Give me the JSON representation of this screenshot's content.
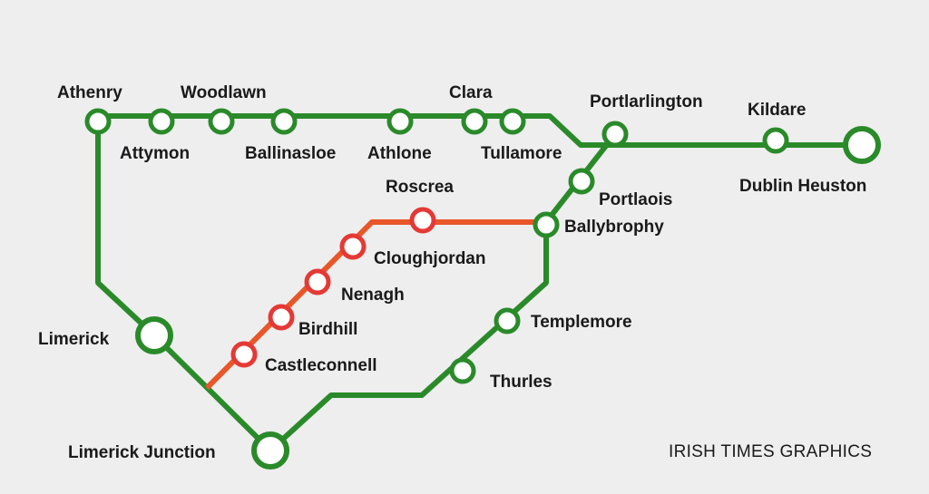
{
  "colors": {
    "background": "#eeeeee",
    "main_line": "#2a8a2a",
    "branch_line": "#e8562a",
    "branch_station": "#e53935",
    "station_fill": "#ffffff",
    "text": "#1a1a1a"
  },
  "stations": {
    "athenry": "Athenry",
    "attymon": "Attymon",
    "woodlawn": "Woodlawn",
    "ballinasloe": "Ballinasloe",
    "athlone": "Athlone",
    "clara": "Clara",
    "tullamore": "Tullamore",
    "portarlington": "Portlarlington",
    "kildare": "Kildare",
    "dublin_heuston": "Dublin Heuston",
    "portlaoise": "Portlaois",
    "ballybrophy": "Ballybrophy",
    "roscrea": "Roscrea",
    "cloughjordan": "Cloughjordan",
    "nenagh": "Nenagh",
    "birdhill": "Birdhill",
    "castleconnell": "Castleconnell",
    "templemore": "Templemore",
    "thurles": "Thurles",
    "limerick": "Limerick",
    "limerick_junction": "Limerick Junction"
  },
  "credit": "IRISH TIMES GRAPHICS"
}
